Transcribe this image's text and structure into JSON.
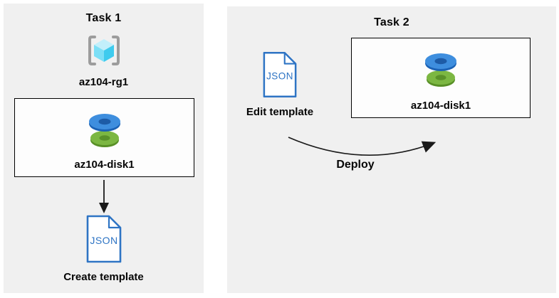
{
  "diagram": {
    "description": "Two-task Azure lab flow: export a disk resource to a JSON template, then edit and deploy it",
    "colors": {
      "panel_bg": "#f0f0f0",
      "box_bg": "#fdfdfd",
      "box_border": "#000000",
      "arrow_black": "#1a1a1a",
      "json_blue": "#2e74c4",
      "disk_blue": "#3e8ede",
      "disk_blue_dark": "#1b62b5",
      "disk_green": "#7cb742",
      "disk_green_dark": "#588f26",
      "bracket_gray": "#9c9c9c",
      "cube_top": "#c2effb",
      "cube_left": "#7cdff6",
      "cube_right": "#3ecbee"
    }
  },
  "task1": {
    "title": "Task 1",
    "resource_group": {
      "label": "az104-rg1",
      "icon": "resource-group-icon"
    },
    "disk_box": {
      "label": "az104-disk1",
      "icon": "managed-disk-icon"
    },
    "flow_arrow": {
      "direction": "down"
    },
    "template": {
      "icon_text": "JSON",
      "label": "Create template"
    }
  },
  "task2": {
    "title": "Task 2",
    "template": {
      "icon_text": "JSON",
      "label": "Edit template"
    },
    "disk_box": {
      "label": "az104-disk1",
      "icon": "managed-disk-icon"
    },
    "flow_arrow": {
      "direction": "curved-right",
      "label": "Deploy"
    }
  }
}
